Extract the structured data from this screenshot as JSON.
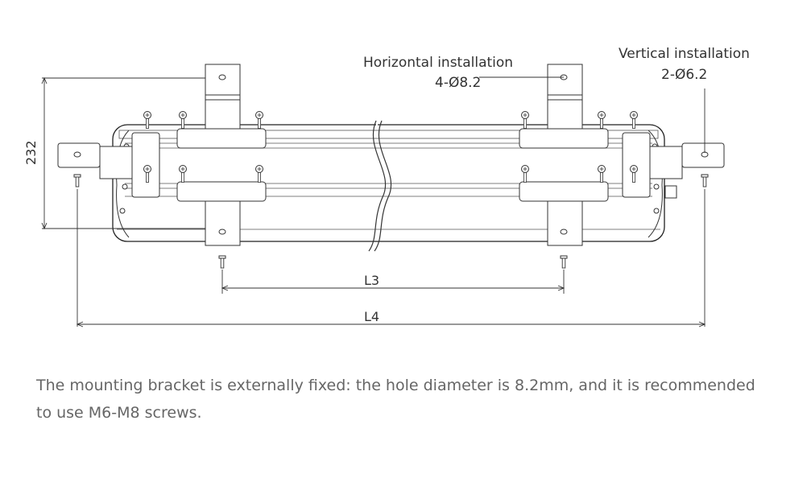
{
  "labels": {
    "horizontal_title": "Horizontal installation",
    "horizontal_spec": "4-Ø8.2",
    "vertical_title": "Vertical installation",
    "vertical_spec": "2-Ø6.2"
  },
  "dimensions": {
    "height": "232",
    "l3": "L3",
    "l4": "L4"
  },
  "caption": {
    "line1": "The mounting bracket is externally fixed: the hole diameter is 8.2mm, and it is recommended",
    "line2": "to use M6-M8 screws."
  }
}
